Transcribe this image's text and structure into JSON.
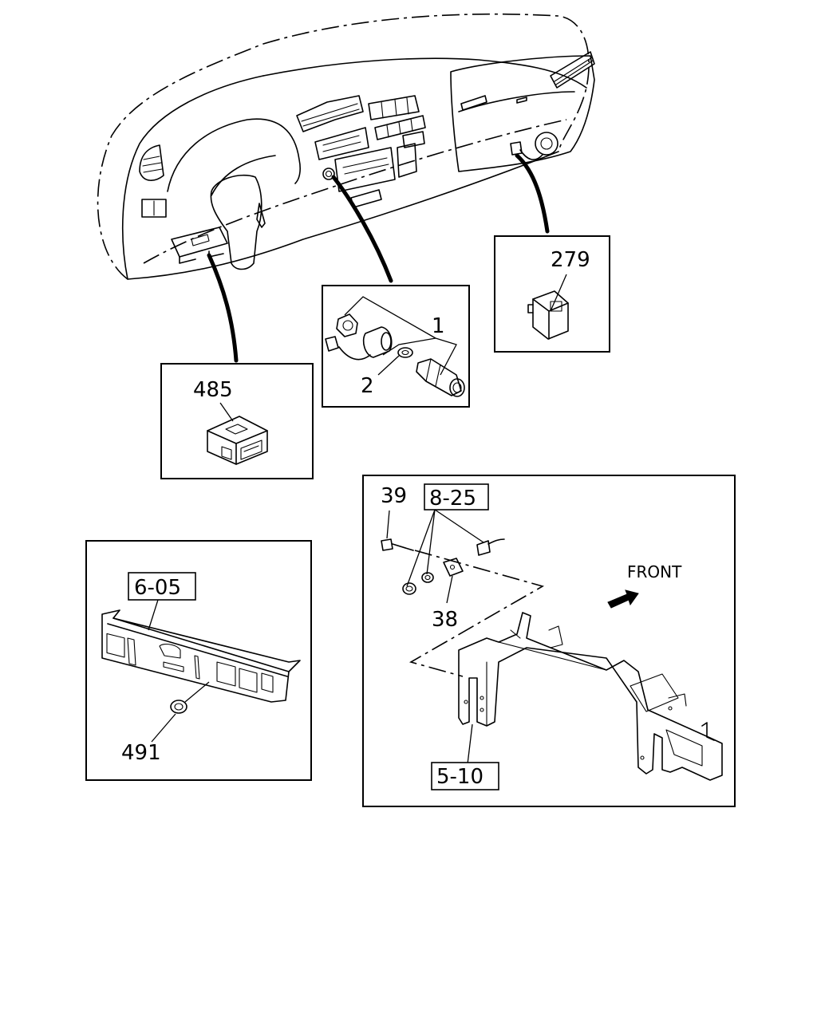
{
  "labels": {
    "cigar_lighter": "1",
    "washer": "2",
    "part_279": "279",
    "part_485": "485",
    "part_491": "491",
    "bolt_39": "39",
    "ref_8_25": "8-25",
    "part_38": "38",
    "ref_6_05": "6-05",
    "ref_5_10": "5-10",
    "front": "FRONT"
  }
}
